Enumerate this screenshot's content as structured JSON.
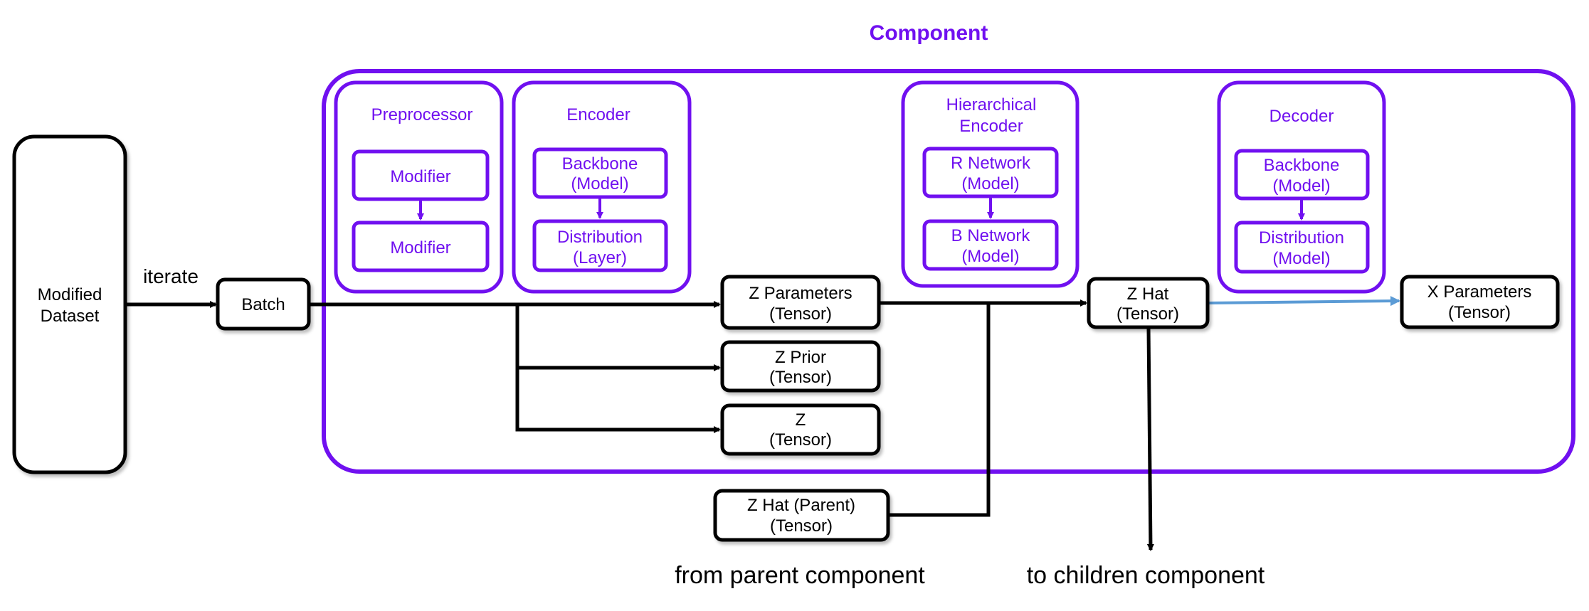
{
  "colors": {
    "accent": "#7010f0",
    "line": "#000000",
    "highlight_edge": "#5b9bd5"
  },
  "title": "Component",
  "labels": {
    "iterate": "iterate",
    "from_parent": "from parent component",
    "to_children": "to children component"
  },
  "nodes": {
    "modified_dataset": {
      "line1": "Modified",
      "line2": "Dataset"
    },
    "batch": {
      "line1": "Batch"
    },
    "z_parameters": {
      "line1": "Z Parameters",
      "line2": "(Tensor)"
    },
    "z_prior": {
      "line1": "Z Prior",
      "line2": "(Tensor)"
    },
    "z": {
      "line1": "Z",
      "line2": "(Tensor)"
    },
    "z_hat": {
      "line1": "Z Hat",
      "line2": "(Tensor)"
    },
    "z_hat_parent": {
      "line1": "Z Hat (Parent)",
      "line2": "(Tensor)"
    },
    "x_parameters": {
      "line1": "X Parameters",
      "line2": "(Tensor)"
    }
  },
  "modules": {
    "preprocessor": {
      "title": "Preprocessor",
      "item1": "Modifier",
      "item2": "Modifier"
    },
    "encoder": {
      "title": "Encoder",
      "item1_l1": "Backbone",
      "item1_l2": "(Model)",
      "item2_l1": "Distribution",
      "item2_l2": "(Layer)"
    },
    "hierarchical_encoder": {
      "title_l1": "Hierarchical",
      "title_l2": "Encoder",
      "item1_l1": "R Network",
      "item1_l2": "(Model)",
      "item2_l1": "B Network",
      "item2_l2": "(Model)"
    },
    "decoder": {
      "title": "Decoder",
      "item1_l1": "Backbone",
      "item1_l2": "(Model)",
      "item2_l1": "Distribution",
      "item2_l2": "(Model)"
    }
  }
}
